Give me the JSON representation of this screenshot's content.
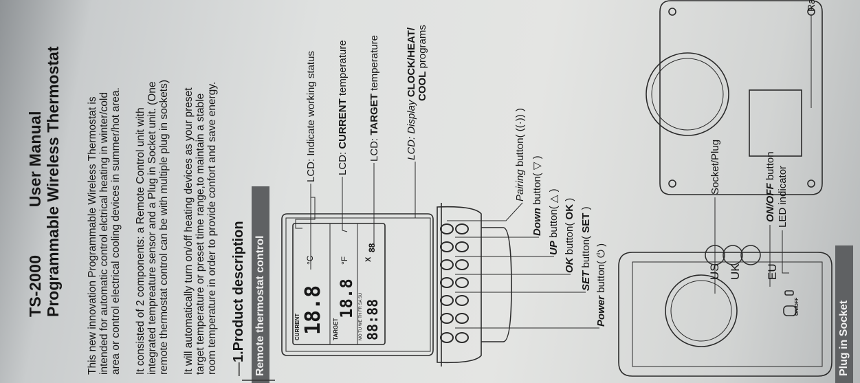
{
  "header": {
    "model": "TS-2000",
    "doc_type": "User Manual",
    "product": "Programmable Wireless Thermostat"
  },
  "intro": [
    "This new innovation Programmable Wireless Thermostat is intended for automatic control elctrical heating in winter/cold area or control electrical cooling devices in summer/hot area.",
    "It consisted of 2 components: a Remote Control unit with integrated tempreature sensor and a Plug in Socket unit. (One remote thermostat control can be with multiple plug in sockets)",
    "It will automatically turn on/off heating devices as your preset target temperature or preset time range,to maintain a stable room temperature in order to provide confort and save energy."
  ],
  "section": {
    "title": "1.Product description",
    "remote_bar": "Remote thermostat control",
    "plug_bar": "Plug in Socket"
  },
  "remote_labels": {
    "lcd_status": "LCD: Indicate working status",
    "lcd_current_pre": "LCD: ",
    "lcd_current_bold": "CURRENT",
    "lcd_current_post": " temperature",
    "lcd_target_pre": "LCD: ",
    "lcd_target_bold": "TARGET",
    "lcd_target_post": " temperature",
    "lcd_display_pre": "LCD: Display ",
    "lcd_display_bold": "CLOCK/HEAT/",
    "lcd_display_line2_bold": "COOL",
    "lcd_display_line2_post": " programs",
    "pairing_pre": "Pairing",
    "pairing_post": " button( ",
    "pairing_end": " )",
    "down_pre": "Down",
    "down_post": " button( ",
    "down_end": " )",
    "up_pre": "UP",
    "up_post": " button( ",
    "up_end": " )",
    "ok_pre": "OK",
    "ok_post": " button( ",
    "ok_bold": "OK",
    "ok_end": " )",
    "set_pre": "SET",
    "set_post": " button( ",
    "set_bold": "SET",
    "set_end": " )",
    "power_pre": "Power",
    "power_post": " button( ",
    "power_end": " )"
  },
  "plug_labels": {
    "led": "LED indicator",
    "onoff_bold": "ON/OFF",
    "onoff_post": " button",
    "socket": "Socket/Plug",
    "rating": "Rating labe",
    "onoff_device": "ON/OFF",
    "regions": [
      "EU",
      "UK",
      "US"
    ]
  },
  "lcd": {
    "current_label": "CURRENT",
    "target_label": "TARGET",
    "current_value": "18.8",
    "target_value": "18.8",
    "clock_value": "88:88",
    "unit_c": "°C",
    "unit_f": "°F",
    "days": "MO TU WE TH FR SA SU",
    "prog": "88",
    "x": "X"
  },
  "icons": {
    "pairing": "wireless-signal-icon",
    "down": "down-triangle-icon",
    "up": "up-triangle-icon",
    "power": "power-icon"
  }
}
